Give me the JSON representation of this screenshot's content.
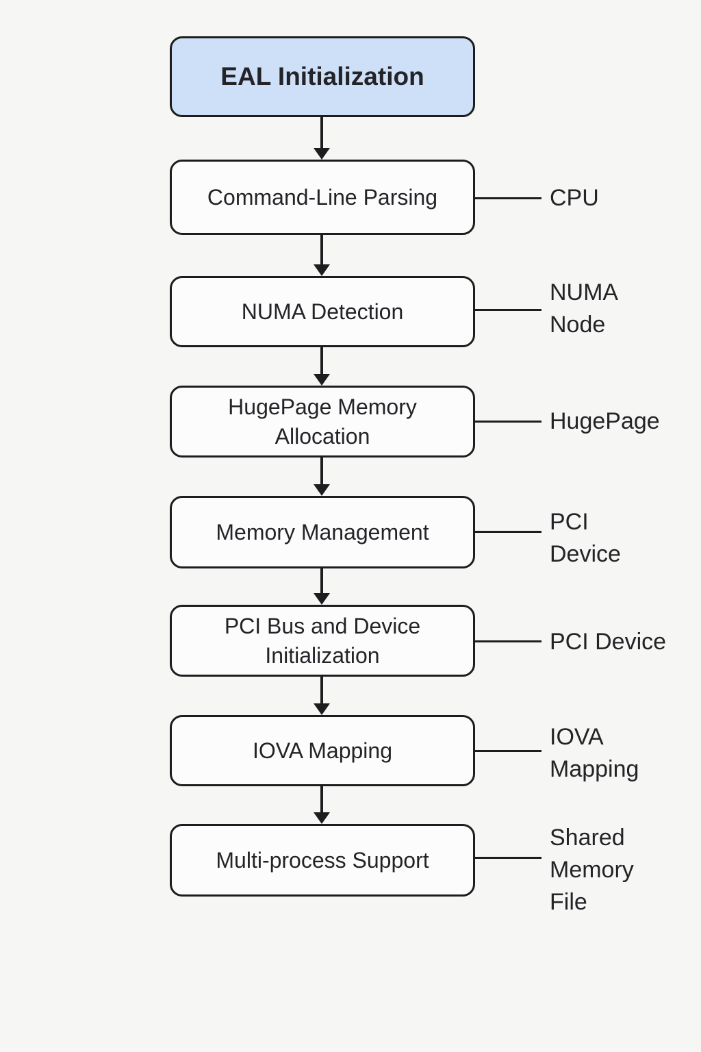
{
  "diagram": {
    "type": "flowchart",
    "direction": "top-down"
  },
  "colors": {
    "background": "#f6f6f4",
    "node_fill": "#fcfcfc",
    "start_node_fill": "#cde0f7",
    "line_and_border": "#1d1d1f",
    "text": "#242428"
  },
  "nodes": [
    {
      "id": "eal-initialization",
      "label": "EAL Initialization",
      "type": "start",
      "side_label": null
    },
    {
      "id": "command-line-parsing",
      "label": "Command-Line Parsing",
      "type": "process",
      "side_label": "CPU"
    },
    {
      "id": "numa-detection",
      "label": "NUMA Detection",
      "type": "process",
      "side_label": "NUMA\nNode"
    },
    {
      "id": "hugepage-memory-allocation",
      "label": "HugePage Memory Allocation",
      "type": "process",
      "side_label": "HugePage"
    },
    {
      "id": "memory-management",
      "label": "Memory Management",
      "type": "process",
      "side_label": "PCI\nDevice"
    },
    {
      "id": "pci-bus-device-initialization",
      "label": "PCI Bus and Device Initialization",
      "type": "process",
      "side_label": "PCI Device"
    },
    {
      "id": "iova-mapping",
      "label": "IOVA Mapping",
      "type": "process",
      "side_label": "IOVA\nMapping"
    },
    {
      "id": "multi-process-support",
      "label": "Multi-process Support",
      "type": "process",
      "side_label": "Shared\nMemory\nFile"
    }
  ],
  "edges": [
    {
      "from": "eal-initialization",
      "to": "command-line-parsing"
    },
    {
      "from": "command-line-parsing",
      "to": "numa-detection"
    },
    {
      "from": "numa-detection",
      "to": "hugepage-memory-allocation"
    },
    {
      "from": "hugepage-memory-allocation",
      "to": "memory-management"
    },
    {
      "from": "memory-management",
      "to": "pci-bus-device-initialization"
    },
    {
      "from": "pci-bus-device-initialization",
      "to": "iova-mapping"
    },
    {
      "from": "iova-mapping",
      "to": "multi-process-support"
    }
  ]
}
